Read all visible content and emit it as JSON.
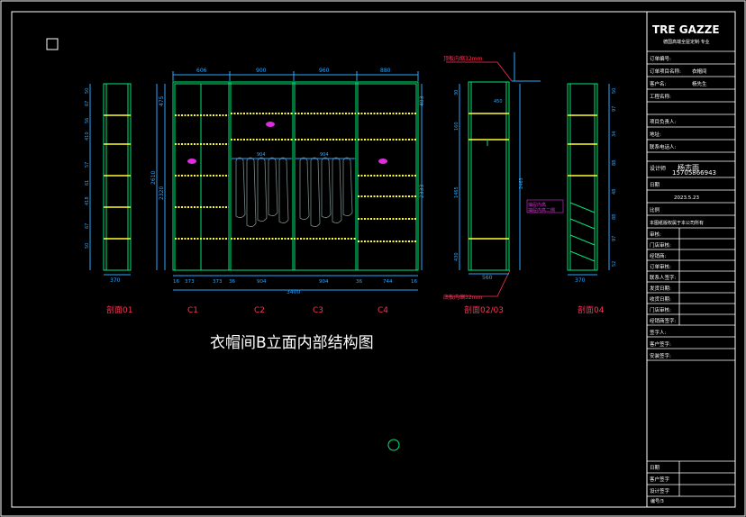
{
  "drawing": {
    "title": "衣帽间B立面内部结构图",
    "colors": {
      "background": "#000000",
      "frame": "#ffffff",
      "cabinet": "#00e676",
      "shelf": "#ffff33",
      "dimension": "#2aa6ff",
      "annotation": "#ff3355",
      "magenta": "#e02be0",
      "text": "#ffffff"
    },
    "top_dimensions": [
      "606",
      "900",
      "960",
      "880"
    ],
    "overall_width": "3400",
    "sub_dimensions": [
      "16",
      "373",
      "373",
      "36",
      "904",
      "904",
      "36",
      "744",
      "16"
    ],
    "left_heights": [
      "475",
      "2320",
      "2610"
    ],
    "right_heights": [
      "483",
      "2333"
    ],
    "section_heights_left": [
      "50",
      "67",
      "56",
      "410",
      "57",
      "61",
      "418",
      "67",
      "50"
    ],
    "section_heights_right": [
      "50",
      "97",
      "34",
      "88",
      "48",
      "88",
      "97",
      "52"
    ],
    "side_view": {
      "depths": [
        "450",
        "560"
      ],
      "heights": [
        "30",
        "1465",
        "2463",
        "430",
        "160"
      ],
      "note_top": "顶板内缩32mm",
      "note_bottom": "底板内缩32mm",
      "magenta_note_1": "抽屉内高",
      "magenta_note_2": "抽屉内高二侧"
    },
    "section_widths": [
      "370",
      "370"
    ],
    "inner_rail_label": "904",
    "labels": {
      "section_01": "剖面01",
      "c1": "C1",
      "c2": "C2",
      "c3": "C3",
      "c4": "C4",
      "section_02_03": "剖面02/03",
      "section_04": "剖面04"
    },
    "title_block": {
      "brand": "TRE GAZZE",
      "brand_sub": "德国高端全屋定制·专业",
      "rows": [
        {
          "label": "订单编号:",
          "value": ""
        },
        {
          "label": "订单项目名称:",
          "value": "衣帽间"
        },
        {
          "label": "客户名:",
          "value": "杨先生"
        },
        {
          "label": "工程名称:",
          "value": ""
        },
        {
          "label": "",
          "value": ""
        },
        {
          "label": "项目负责人:",
          "value": ""
        },
        {
          "label": "地址:",
          "value": ""
        },
        {
          "label": "联系电话人:",
          "value": ""
        }
      ],
      "designer_label": "设计师",
      "designer_name": "杨志雨",
      "phone": "15705866943",
      "date_label": "日期",
      "date": "2023.5.23",
      "scale_label": "比例",
      "notice": "本图纸版权属于本公司所有",
      "lower_rows": [
        "审核:",
        "门店审核:",
        "经销商:",
        "订单审核:",
        "联系人签字:",
        "发货日期:",
        "收货日期:",
        "门店审核:",
        "经销商签字:"
      ],
      "bottom_rows": [
        "签字人:",
        "客户签字:",
        "安装签字:"
      ],
      "footer_rows": [
        "日期",
        "客户签字",
        "设计签字"
      ],
      "footer_code": "编号/3"
    }
  }
}
